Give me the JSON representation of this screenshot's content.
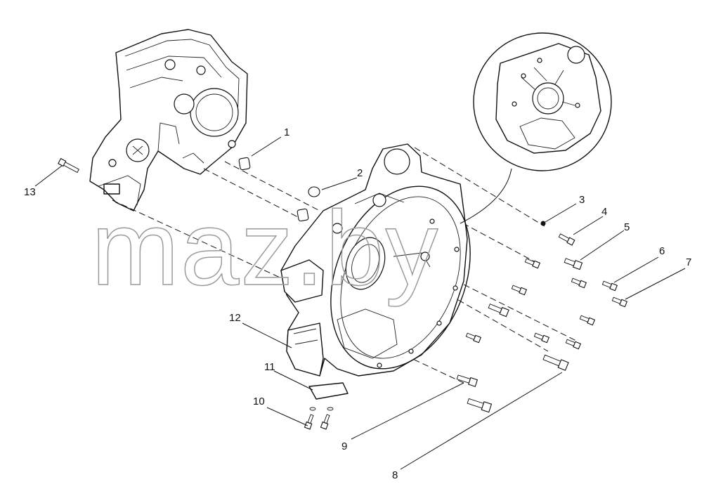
{
  "watermark": "maz.by",
  "callouts": [
    {
      "id": "1",
      "label": "1"
    },
    {
      "id": "2",
      "label": "2"
    },
    {
      "id": "3",
      "label": "3"
    },
    {
      "id": "4",
      "label": "4"
    },
    {
      "id": "5",
      "label": "5"
    },
    {
      "id": "6",
      "label": "6"
    },
    {
      "id": "7",
      "label": "7"
    },
    {
      "id": "8",
      "label": "8"
    },
    {
      "id": "9",
      "label": "9"
    },
    {
      "id": "10",
      "label": "10"
    },
    {
      "id": "11",
      "label": "11"
    },
    {
      "id": "12",
      "label": "12"
    },
    {
      "id": "13",
      "label": "13"
    }
  ]
}
